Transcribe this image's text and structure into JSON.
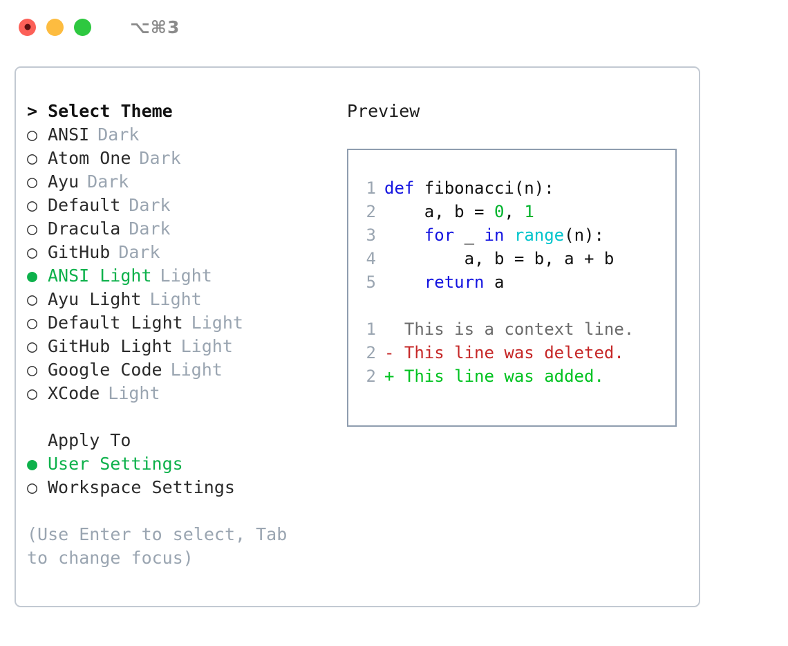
{
  "window": {
    "shortcut_label": "⌥⌘3",
    "traffic_lights": [
      "close-red",
      "minimize-yellow",
      "maximize-green"
    ]
  },
  "colors": {
    "accent_green": "#0db14b",
    "muted": "#9aa5b1",
    "panel_border": "#c2c9d2",
    "preview_border": "#8f9daf",
    "keyword_blue": "#1414e0",
    "number_green": "#00b32c",
    "function_cyan": "#00c4cc",
    "diff_delete_red": "#c62828",
    "diff_add_green": "#00c220"
  },
  "theme_picker": {
    "header": "> Select Theme",
    "items": [
      {
        "bullet": "○",
        "name": "ANSI",
        "tag": "Dark",
        "selected": false
      },
      {
        "bullet": "○",
        "name": "Atom One",
        "tag": "Dark",
        "selected": false
      },
      {
        "bullet": "○",
        "name": "Ayu",
        "tag": "Dark",
        "selected": false
      },
      {
        "bullet": "○",
        "name": "Default",
        "tag": "Dark",
        "selected": false
      },
      {
        "bullet": "○",
        "name": "Dracula",
        "tag": "Dark",
        "selected": false
      },
      {
        "bullet": "○",
        "name": "GitHub",
        "tag": "Dark",
        "selected": false
      },
      {
        "bullet": "●",
        "name": "ANSI Light",
        "tag": "Light",
        "selected": true
      },
      {
        "bullet": "○",
        "name": "Ayu Light",
        "tag": "Light",
        "selected": false
      },
      {
        "bullet": "○",
        "name": "Default Light",
        "tag": "Light",
        "selected": false
      },
      {
        "bullet": "○",
        "name": "GitHub Light",
        "tag": "Light",
        "selected": false
      },
      {
        "bullet": "○",
        "name": "Google Code",
        "tag": "Light",
        "selected": false
      },
      {
        "bullet": "○",
        "name": "XCode",
        "tag": "Light",
        "selected": false
      }
    ]
  },
  "apply_to": {
    "label": "Apply To",
    "options": [
      {
        "bullet": "●",
        "name": "User Settings",
        "selected": true
      },
      {
        "bullet": "○",
        "name": "Workspace Settings",
        "selected": false
      }
    ]
  },
  "help_text": "(Use Enter to select, Tab to change focus)",
  "preview": {
    "header": "Preview",
    "code_lines": [
      {
        "lineno": "1",
        "tokens": [
          {
            "t": "def",
            "k": "kw"
          },
          {
            "t": " fibonacci(n):",
            "k": "txt"
          }
        ]
      },
      {
        "lineno": "2",
        "tokens": [
          {
            "t": "    a, b = ",
            "k": "txt"
          },
          {
            "t": "0",
            "k": "num"
          },
          {
            "t": ", ",
            "k": "txt"
          },
          {
            "t": "1",
            "k": "num"
          }
        ]
      },
      {
        "lineno": "3",
        "tokens": [
          {
            "t": "    ",
            "k": "txt"
          },
          {
            "t": "for",
            "k": "kw"
          },
          {
            "t": " _ ",
            "k": "txt"
          },
          {
            "t": "in",
            "k": "kw"
          },
          {
            "t": " ",
            "k": "txt"
          },
          {
            "t": "range",
            "k": "fn"
          },
          {
            "t": "(n):",
            "k": "txt"
          }
        ]
      },
      {
        "lineno": "4",
        "tokens": [
          {
            "t": "        a, b = b, a + b",
            "k": "txt"
          }
        ]
      },
      {
        "lineno": "5",
        "tokens": [
          {
            "t": "    ",
            "k": "txt"
          },
          {
            "t": "return",
            "k": "kw"
          },
          {
            "t": " a",
            "k": "txt"
          }
        ]
      }
    ],
    "diff_lines": [
      {
        "lineno": "1",
        "marker": " ",
        "text": "This is a context line.",
        "kind": "ctx"
      },
      {
        "lineno": "2",
        "marker": "-",
        "text": "This line was deleted.",
        "kind": "del"
      },
      {
        "lineno": "2",
        "marker": "+",
        "text": "This line was added.",
        "kind": "add"
      }
    ]
  }
}
